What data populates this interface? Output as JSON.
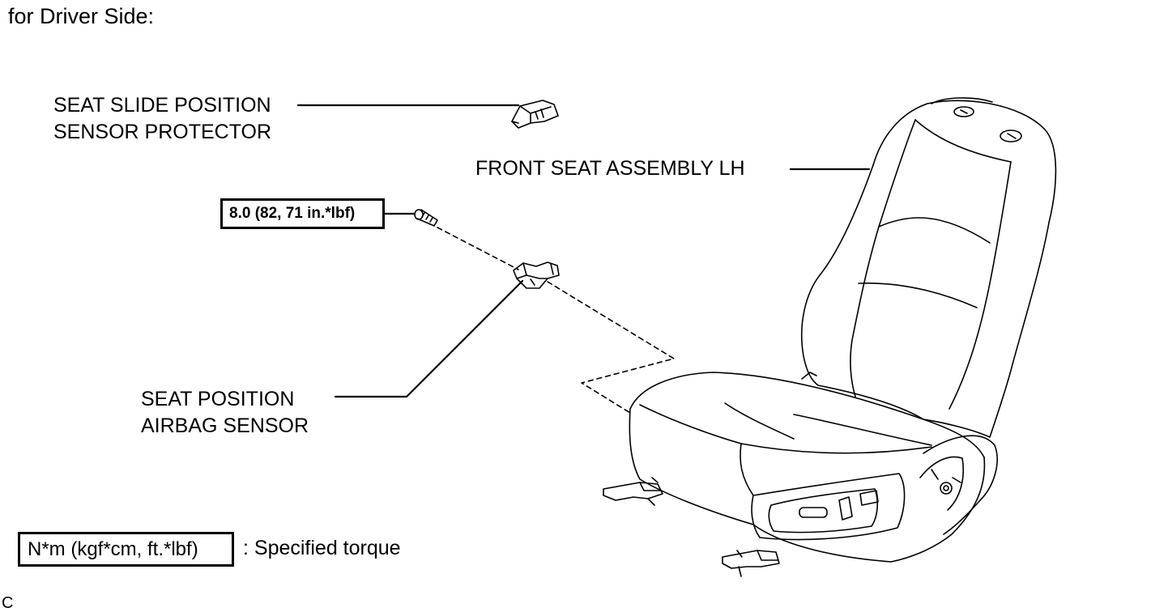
{
  "heading": "for Driver Side:",
  "labels": {
    "protector_line1": "SEAT SLIDE POSITION",
    "protector_line2": "SENSOR PROTECTOR",
    "seat": "FRONT SEAT ASSEMBLY LH",
    "sensor_line1": "SEAT POSITION",
    "sensor_line2": "AIRBAG SENSOR"
  },
  "torque_spec": "8.0 (82, 71 in.*lbf)",
  "legend": {
    "unit_box": "N*m (kgf*cm, ft.*lbf)",
    "description": ": Specified torque"
  },
  "corner_mark": "C"
}
